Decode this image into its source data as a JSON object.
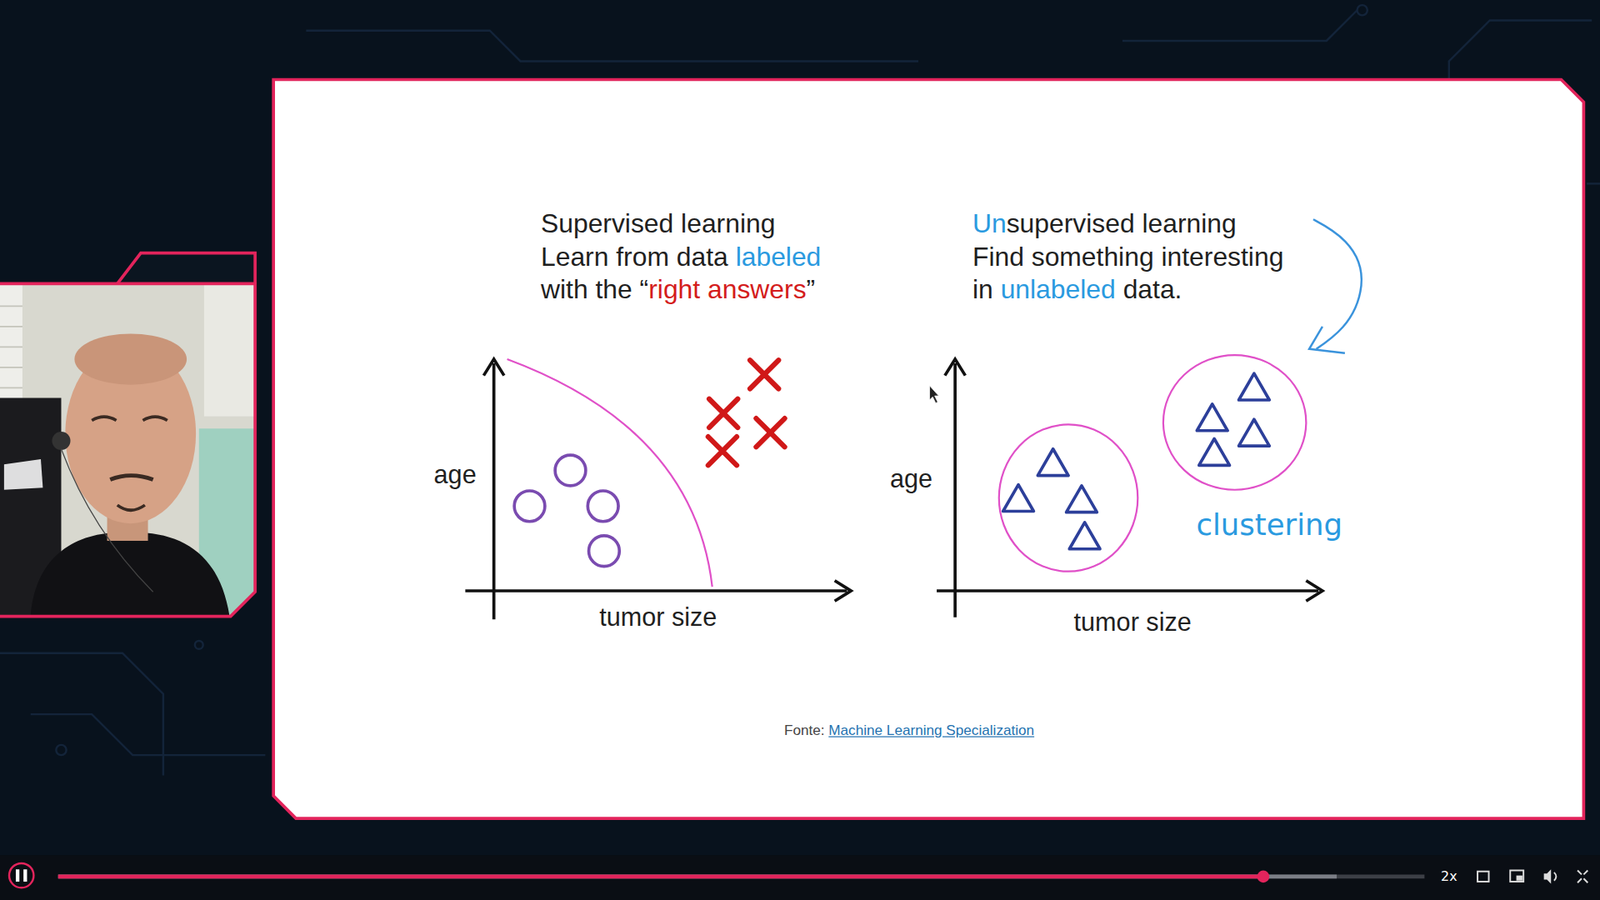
{
  "diagram": {
    "labels": [
      "Supervised learning",
      "Learn from data",
      "labeled",
      "with the",
      "“",
      "right answers",
      "”",
      "Un",
      "supervised learning",
      "Find something interesting",
      "in",
      "unlabeled",
      "data.",
      "age",
      "tumor size",
      "age",
      "tumor size",
      "clustering",
      "Fonte:",
      "Machine Learning Specialization",
      "2x"
    ]
  }
}
